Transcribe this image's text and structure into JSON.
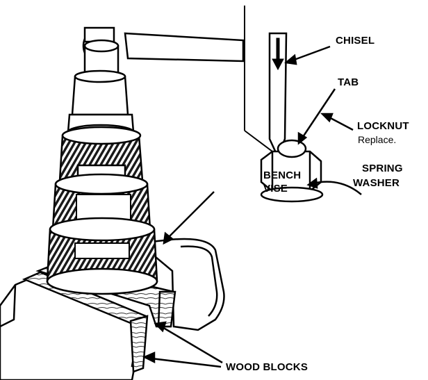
{
  "labels": {
    "chisel": "CHISEL",
    "tab": "TAB",
    "locknut": "LOCKNUT",
    "replace": "Replace.",
    "spring": "SPRING",
    "washer": "WASHER",
    "bench": "BENCH",
    "vise": "VISE",
    "wood_blocks": "WOOD  BLOCKS"
  }
}
